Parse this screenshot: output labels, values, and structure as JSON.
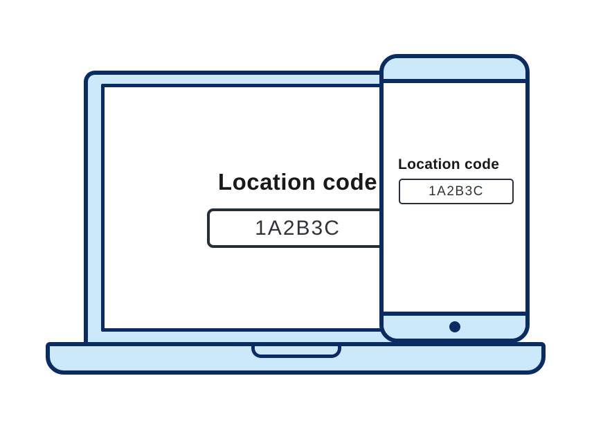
{
  "theme": {
    "navy": "#0b2c63",
    "light_blue": "#cce9fb",
    "ink": "#191919",
    "field_border": "#262e3b",
    "field_text": "#2f3237",
    "canvas": "#ffffff"
  },
  "laptop": {
    "label": "Location code",
    "field_value": "1A2B3C"
  },
  "phone": {
    "label": "Location code",
    "field_value": "1A2B3C"
  }
}
